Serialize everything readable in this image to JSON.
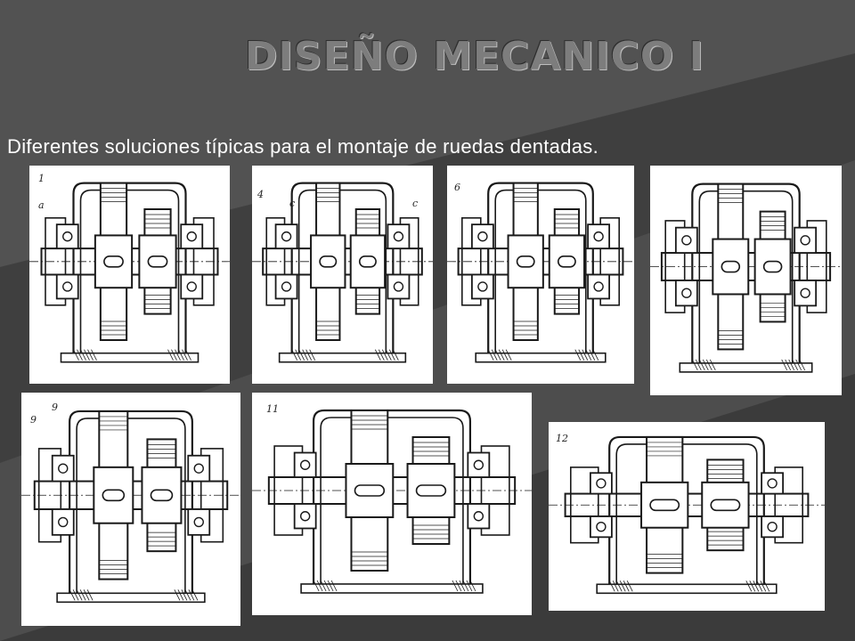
{
  "slide": {
    "title": "DISEÑO MECANICO I",
    "subtitle": "Diferentes soluciones típicas para el montaje de ruedas dentadas."
  },
  "figures": [
    {
      "id": "fig-1",
      "labels": [
        "1",
        "a"
      ]
    },
    {
      "id": "fig-4",
      "labels": [
        "4",
        "c",
        "c"
      ]
    },
    {
      "id": "fig-6",
      "labels": [
        "6"
      ]
    },
    {
      "id": "fig-8",
      "labels": []
    },
    {
      "id": "fig-9",
      "labels": [
        "9",
        "9"
      ]
    },
    {
      "id": "fig-11",
      "labels": [
        "11"
      ]
    },
    {
      "id": "fig-12",
      "labels": [
        "12"
      ]
    }
  ],
  "colors": {
    "background_dark": "#3a3a3a",
    "background_light": "#5c5c5c",
    "title": "#7d7d7d",
    "subtitle": "#ffffff",
    "drawing_paper": "#ffffff",
    "ink": "#1a1a1a"
  }
}
